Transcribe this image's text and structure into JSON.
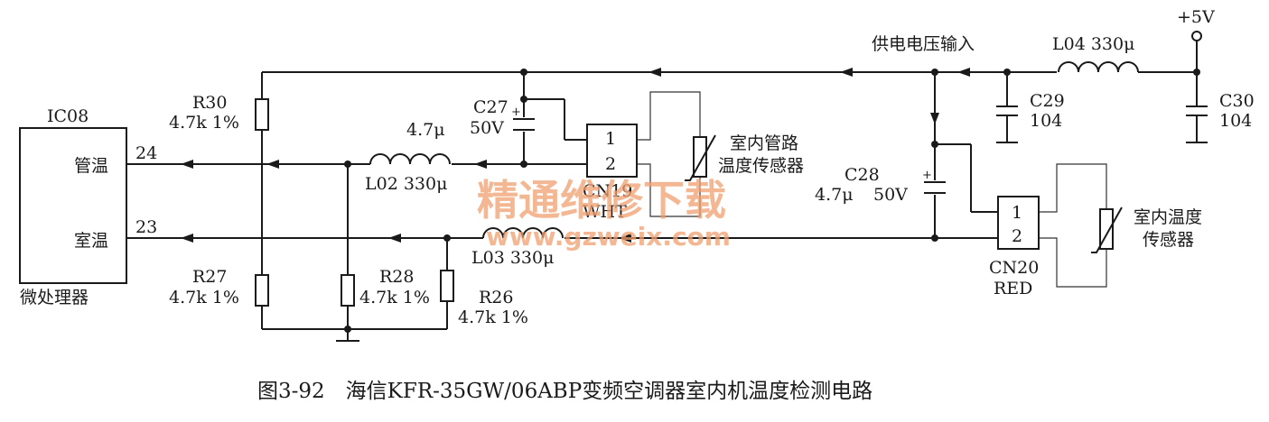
{
  "ic": {
    "ref": "IC08",
    "pin_tube": "管温",
    "pin_room": "室温",
    "pin24": "24",
    "pin23": "23",
    "desc": "微处理器"
  },
  "resistors": {
    "r30": {
      "ref": "R30",
      "value": "4.7k 1%"
    },
    "r27": {
      "ref": "R27",
      "value": "4.7k 1%"
    },
    "r28": {
      "ref": "R28",
      "value": "4.7k 1%"
    },
    "r26": {
      "ref": "R26",
      "value": "4.7k 1%"
    }
  },
  "inductors": {
    "l02": {
      "ref_value": "L02 330μ",
      "top": "4.7μ"
    },
    "l03": {
      "ref_value": "L03 330μ"
    },
    "l04": {
      "ref_value": "L04 330μ"
    }
  },
  "capacitors": {
    "c27": {
      "ref": "C27",
      "value": "50V"
    },
    "c28": {
      "ref": "C28",
      "value1": "4.7μ",
      "value2": "50V"
    },
    "c29": {
      "ref": "C29",
      "value": "104"
    },
    "c30": {
      "ref": "C30",
      "value": "104"
    }
  },
  "connectors": {
    "cn19": {
      "pin1": "1",
      "pin2": "2",
      "ref": "CN19",
      "color": "WHT"
    },
    "cn20": {
      "pin1": "1",
      "pin2": "2",
      "ref": "CN20",
      "color": "RED"
    }
  },
  "sensors": {
    "tube": {
      "line1": "室内管路",
      "line2": "温度传感器"
    },
    "room": {
      "line1": "室内温度",
      "line2": "传感器"
    }
  },
  "supply": {
    "label": "供电电压输入",
    "vcc": "+5V"
  },
  "watermark": {
    "cn": "精通维修下载",
    "url": "www.gzweix.com"
  },
  "caption": {
    "text": "图3-92　海信KFR-35GW/06ABP变频空调器室内机温度检测电路"
  }
}
